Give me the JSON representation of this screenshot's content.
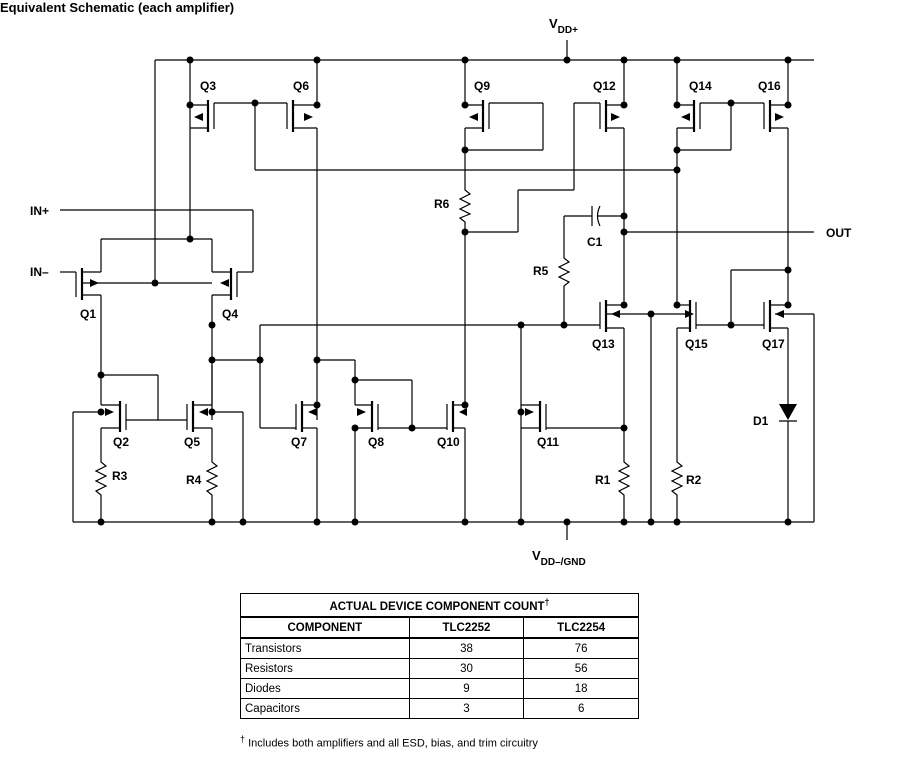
{
  "schematic": {
    "top_title": "Equivalent Schematic (each amplifier)",
    "rails": {
      "vdd_pos_main": "V",
      "vdd_pos_sub": "DD+",
      "vdd_neg_main": "V",
      "vdd_neg_sub": "DD–/GND"
    },
    "inputs": {
      "in_pos": "IN+",
      "in_neg": "IN–"
    },
    "output": "OUT",
    "transistors": [
      "Q1",
      "Q2",
      "Q3",
      "Q4",
      "Q5",
      "Q6",
      "Q7",
      "Q8",
      "Q9",
      "Q10",
      "Q11",
      "Q12",
      "Q13",
      "Q14",
      "Q15",
      "Q16",
      "Q17"
    ],
    "resistors": [
      "R1",
      "R2",
      "R3",
      "R4",
      "R5",
      "R6"
    ],
    "capacitor": "C1",
    "diode": "D1"
  },
  "table": {
    "title": "ACTUAL DEVICE COMPONENT COUNT",
    "title_mark": "†",
    "headers": [
      "COMPONENT",
      "TLC2252",
      "TLC2254"
    ],
    "rows": [
      {
        "component": "Transistors",
        "tlc2252": "38",
        "tlc2254": "76"
      },
      {
        "component": "Resistors",
        "tlc2252": "30",
        "tlc2254": "56"
      },
      {
        "component": "Diodes",
        "tlc2252": "9",
        "tlc2254": "18"
      },
      {
        "component": "Capacitors",
        "tlc2252": "3",
        "tlc2254": "6"
      }
    ],
    "footnote_mark": "†",
    "footnote": "Includes both amplifiers and all ESD, bias, and trim circuitry"
  }
}
